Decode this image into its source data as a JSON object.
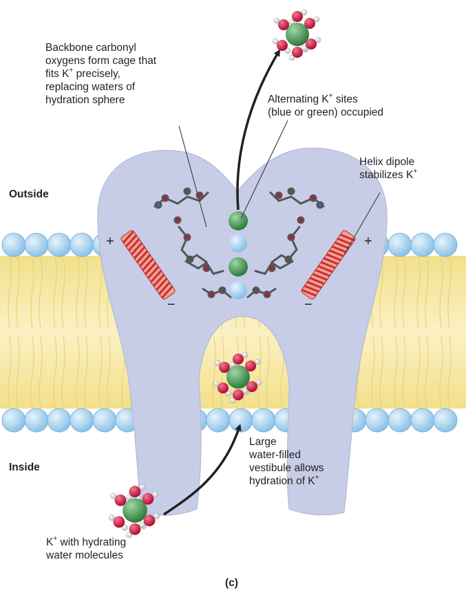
{
  "labels": {
    "carbonyl": [
      "Backbone carbonyl",
      "oxygens form cage that",
      "fits K",
      " precisely,",
      "replacing waters of",
      "hydration sphere"
    ],
    "alternating": [
      "Alternating K",
      " sites",
      "(blue or green) occupied"
    ],
    "helix": [
      "Helix dipole",
      "stabilizes K"
    ],
    "outside": "Outside",
    "inside": "Inside",
    "vestibule": [
      "Large",
      "water-filled",
      "vestibule allows",
      "hydration of K"
    ],
    "hydrated": [
      "K",
      " with hydrating",
      "water molecules"
    ],
    "panel": "(c)",
    "plus": "+",
    "minus": "−",
    "sup": "+"
  },
  "colors": {
    "protein": "#c7cde6",
    "protein_edge": "#aeb6d6",
    "lipid_head": "#9fcdee",
    "lipid_tail": "#f6e7a0",
    "helix": "#d9483e",
    "ion_green": "#3f8d4f",
    "ion_blue": "#9ccbea",
    "oxygen": "#c8103a",
    "text": "#231f20"
  }
}
